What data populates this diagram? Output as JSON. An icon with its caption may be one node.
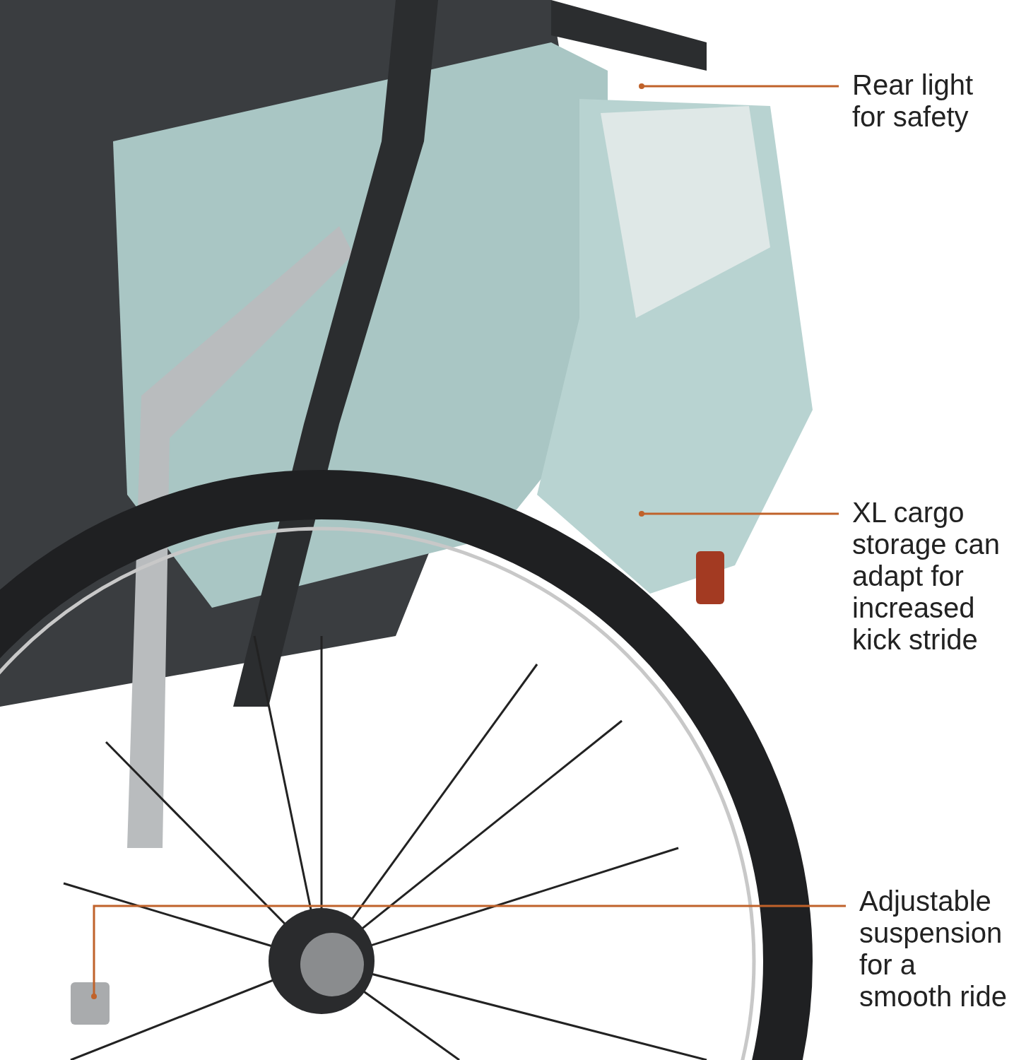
{
  "diagram": {
    "nodes": [
      {
        "text": [
          "Rear light for safety"
        ]
      },
      {
        "text": [
          "XL cargo storage can adapt for increased kick stride"
        ]
      },
      {
        "text": [
          "Adjustable suspension for a smooth ride"
        ]
      }
    ],
    "edges": [
      {
        "from": 0,
        "to": null,
        "arrow": "other",
        "color": "#c0622a"
      },
      {
        "from": 1,
        "to": null,
        "arrow": "other",
        "color": "#c0622a"
      },
      {
        "from": 2,
        "to": null,
        "arrow": "other",
        "color": "#c0622a"
      }
    ]
  }
}
